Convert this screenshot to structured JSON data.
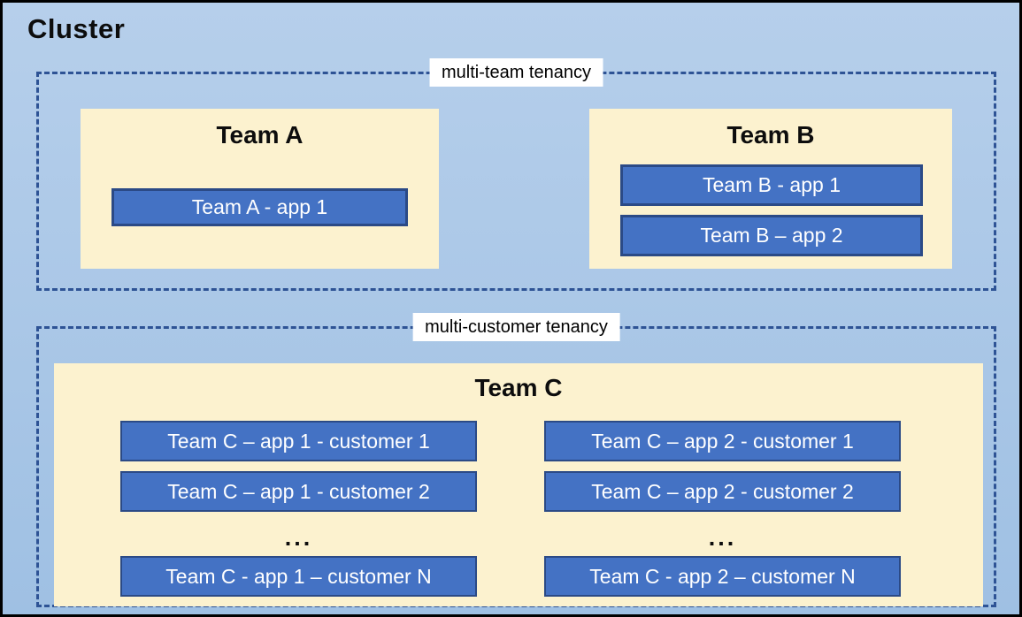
{
  "cluster": {
    "title": "Cluster"
  },
  "multi_team": {
    "label": "multi-team tenancy",
    "teams": [
      {
        "name": "Team A",
        "apps": [
          "Team A - app 1"
        ]
      },
      {
        "name": "Team B",
        "apps": [
          "Team B - app 1",
          "Team B – app 2"
        ]
      }
    ]
  },
  "multi_customer": {
    "label": "multi-customer tenancy",
    "team": {
      "name": "Team C",
      "col1": [
        "Team C – app 1 - customer 1",
        "Team C – app 1 - customer 2",
        "...",
        "Team C - app 1 – customer N"
      ],
      "col2": [
        "Team C – app 2 - customer 1",
        "Team C – app 2 - customer 2",
        "...",
        "Team C - app 2 – customer N"
      ]
    }
  },
  "colors": {
    "outer_border": "#000000",
    "background_top": "#b6cfeb",
    "background_bottom": "#9fc0e3",
    "dashed_border": "#2e5395",
    "team_fill": "#fcf2cf",
    "app_fill": "#4472c4",
    "app_border": "#2b4a86"
  }
}
